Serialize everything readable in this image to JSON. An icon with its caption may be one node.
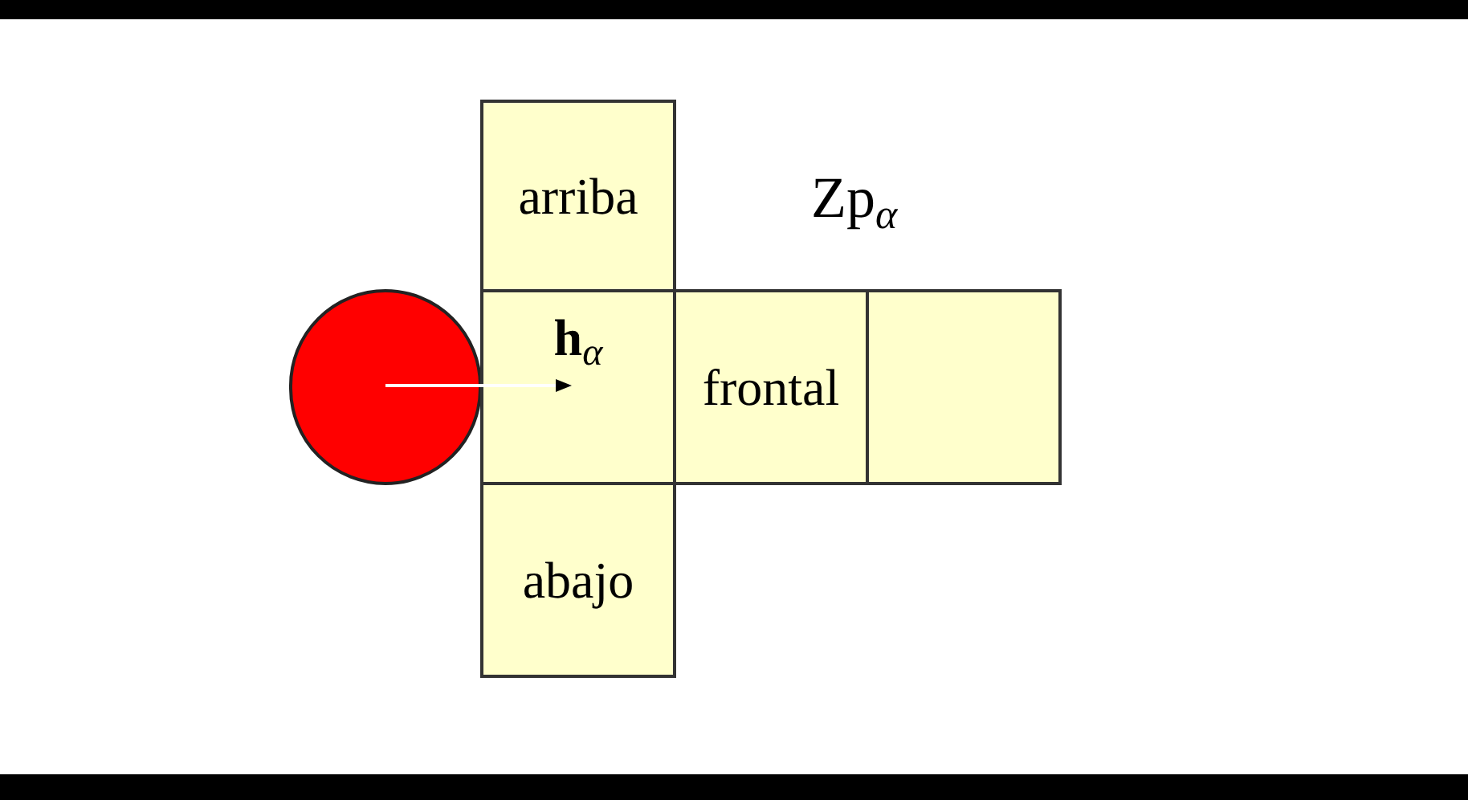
{
  "diagram": {
    "nodes": [
      {
        "text": [
          "arriba"
        ]
      },
      {
        "text": [
          "**h**$_{α}$"
        ]
      },
      {
        "text": [
          "frontal"
        ]
      },
      {
        "text": [],
        "shape": "box"
      },
      {
        "text": [
          "abajo"
        ]
      },
      {
        "text": [],
        "shape": "circle"
      }
    ],
    "edges": [
      {
        "from": 5,
        "to": 1,
        "arrow": "to"
      }
    ],
    "labels": [
      "Zp$_{α}$"
    ]
  }
}
